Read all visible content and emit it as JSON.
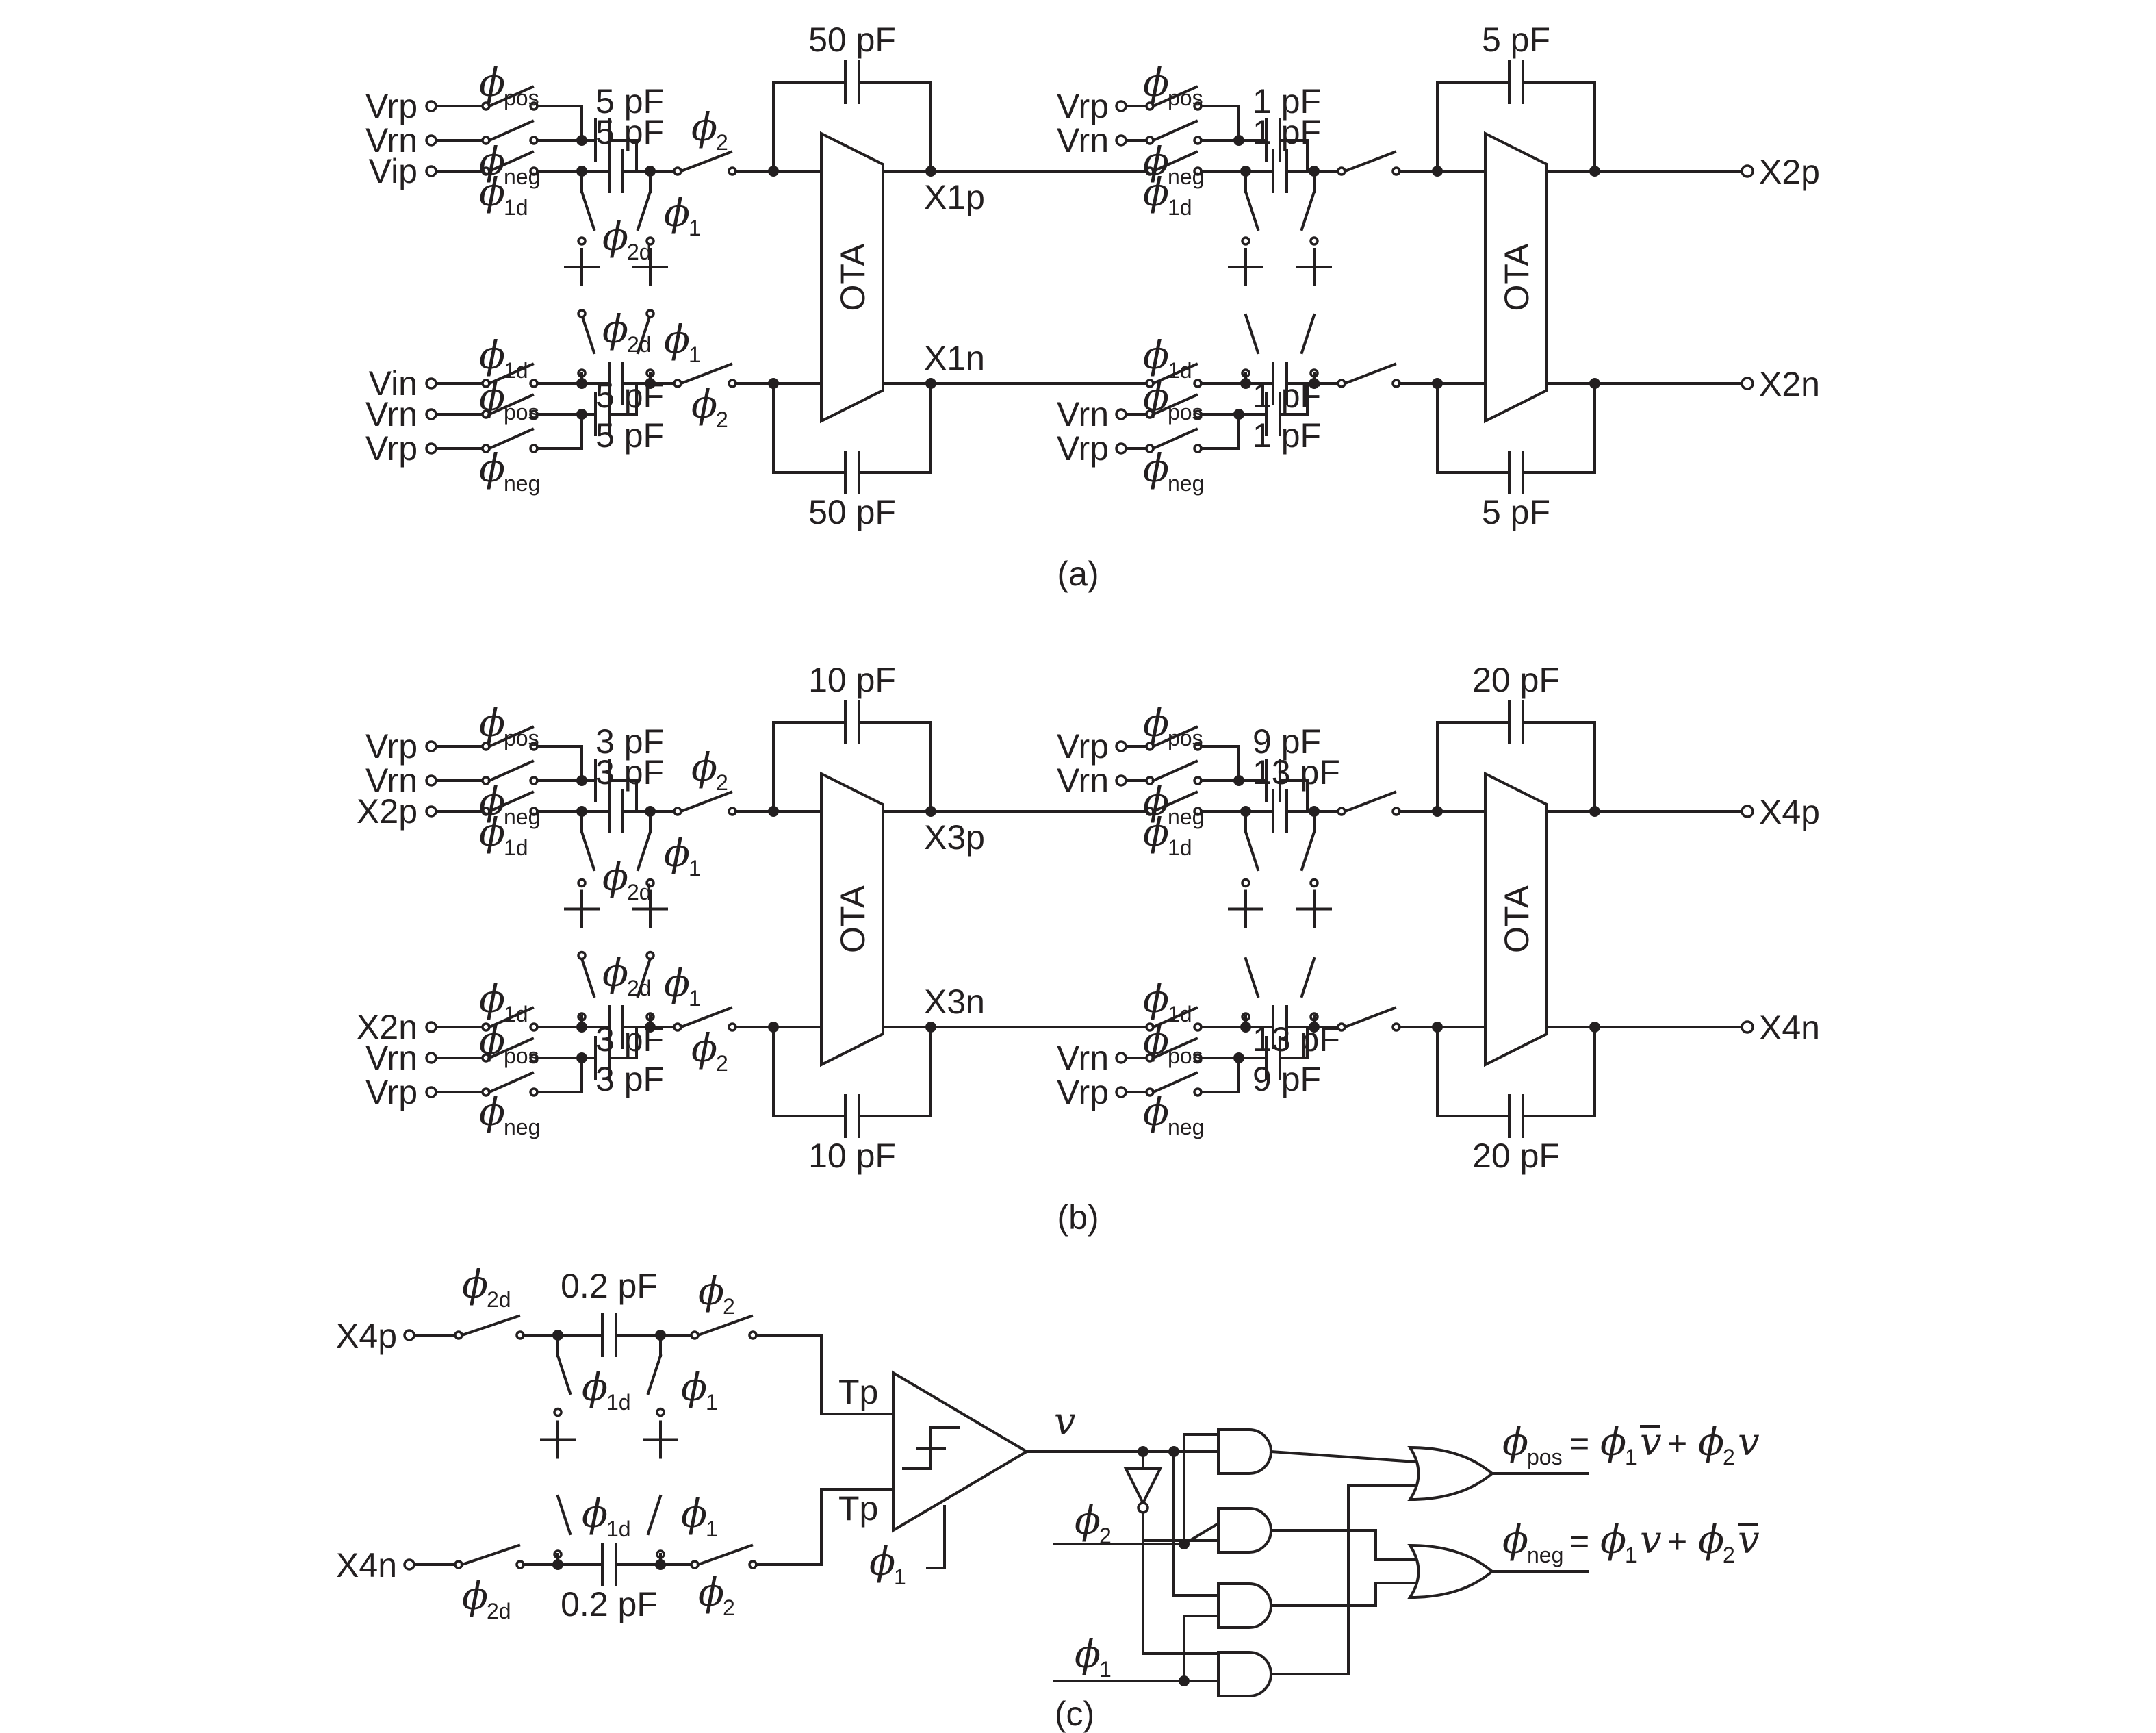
{
  "colors": {
    "ink": "#231f20",
    "background": "#ffffff"
  },
  "panel_a": {
    "caption": "(a)",
    "stage1": {
      "in_top": [
        "Vrp",
        "Vrn",
        "Vip"
      ],
      "in_bot": [
        "Vin",
        "Vrn",
        "Vrp"
      ],
      "sw_top": [
        "pos",
        "neg",
        "1d"
      ],
      "sw_bot": [
        "1d",
        "pos",
        "neg"
      ],
      "cap_ref_top": "5 pF",
      "cap_in_top": "5 pF",
      "cap_in_bot": "5 pF",
      "cap_ref_bot": "5 pF",
      "fb_top": "50 pF",
      "fb_bot": "50 pF",
      "out_top": "X1p",
      "out_bot": "X1n",
      "ota": "OTA"
    },
    "stage2": {
      "in_top": [
        "Vrp",
        "Vrn"
      ],
      "in_bot": [
        "Vrn",
        "Vrp"
      ],
      "sw_top": [
        "pos",
        "neg",
        "1d"
      ],
      "sw_bot": [
        "1d",
        "pos",
        "neg"
      ],
      "cap_ref_top": "1 pF",
      "cap_in_top": "1 pF",
      "cap_in_bot": "1 pF",
      "cap_ref_bot": "1 pF",
      "fb_top": "5 pF",
      "fb_bot": "5 pF",
      "out_top": "X2p",
      "out_bot": "X2n",
      "ota": "OTA"
    }
  },
  "panel_b": {
    "caption": "(b)",
    "stage1": {
      "in_top": [
        "Vrp",
        "Vrn",
        "X2p"
      ],
      "in_bot": [
        "X2n",
        "Vrn",
        "Vrp"
      ],
      "sw_top": [
        "pos",
        "neg",
        "1d"
      ],
      "sw_bot": [
        "1d",
        "pos",
        "neg"
      ],
      "cap_ref_top": "3 pF",
      "cap_in_top": "3 pF",
      "cap_in_bot": "3 pF",
      "cap_ref_bot": "3 pF",
      "fb_top": "10 pF",
      "fb_bot": "10 pF",
      "out_top": "X3p",
      "out_bot": "X3n",
      "ota": "OTA"
    },
    "stage2": {
      "in_top": [
        "Vrp",
        "Vrn"
      ],
      "in_bot": [
        "Vrn",
        "Vrp"
      ],
      "sw_top": [
        "pos",
        "neg",
        "1d"
      ],
      "sw_bot": [
        "1d",
        "pos",
        "neg"
      ],
      "cap_ref_top": "9 pF",
      "cap_in_top": "13 pF",
      "cap_in_bot": "13 pF",
      "cap_ref_bot": "9 pF",
      "fb_top": "20 pF",
      "fb_bot": "20 pF",
      "out_top": "X4p",
      "out_bot": "X4n",
      "ota": "OTA"
    }
  },
  "panel_c": {
    "caption": "(c)",
    "in_top": "X4p",
    "in_bot": "X4n",
    "cap_top": "0.2 pF",
    "cap_bot": "0.2 pF",
    "comp_in_top": "Tp",
    "comp_in_bot": "Tp",
    "comp_out": "v",
    "clk_phi2": "2",
    "clk_phi1": "1",
    "eq_pos": {
      "lhs_sub": "pos",
      "t1_sub": "1",
      "t1_var": "v",
      "t1_bar": true,
      "op": "+",
      "t2_sub": "2",
      "t2_var": "v",
      "t2_bar": false
    },
    "eq_neg": {
      "lhs_sub": "neg",
      "t1_sub": "1",
      "t1_var": "v",
      "t1_bar": false,
      "op": "+",
      "t2_sub": "2",
      "t2_var": "v",
      "t2_bar": true
    }
  },
  "symbols": {
    "phi": "ϕ",
    "equals": "="
  }
}
